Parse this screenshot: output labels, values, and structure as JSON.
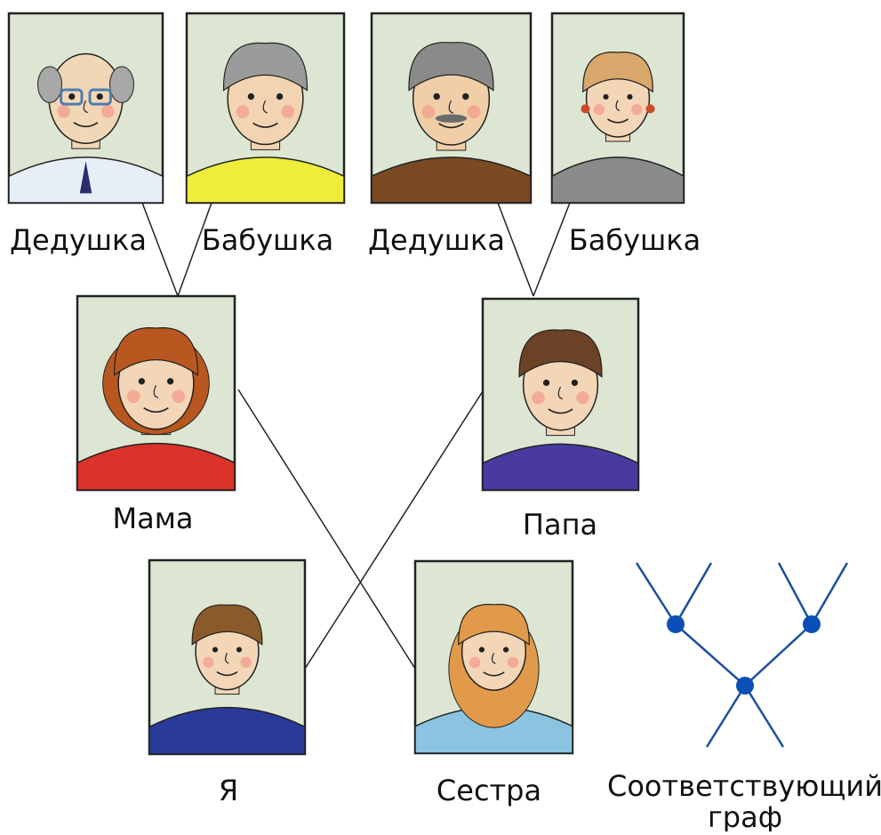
{
  "diagram": {
    "people": [
      {
        "id": "grandpa1",
        "label": "Дедушка",
        "role": "grandfather",
        "hair": "#a8a8a8",
        "skin": "#f2d7b6",
        "clothing": "#e8eef8",
        "accent": "#2a2d6e"
      },
      {
        "id": "grandma1",
        "label": "Бабушка",
        "role": "grandmother",
        "hair": "#9b9b9b",
        "skin": "#f2d4b2",
        "clothing": "#eeee3a",
        "accent": "#333333"
      },
      {
        "id": "grandpa2",
        "label": "Дедушка",
        "role": "grandfather",
        "hair": "#8a8a8a",
        "skin": "#f0cfa8",
        "clothing": "#7a4a22",
        "accent": "#6b6b6b"
      },
      {
        "id": "grandma2",
        "label": "Бабушка",
        "role": "grandmother",
        "hair": "#d9a66b",
        "skin": "#f3d6b8",
        "clothing": "#8a8a8a",
        "accent": "#cc4a2a"
      },
      {
        "id": "mom",
        "label": "Мама",
        "role": "mother",
        "hair": "#b8571f",
        "skin": "#f3d6b8",
        "clothing": "#d9332a",
        "accent": "#222222"
      },
      {
        "id": "dad",
        "label": "Папа",
        "role": "father",
        "hair": "#6b4226",
        "skin": "#f3d6b8",
        "clothing": "#4a3aa0",
        "accent": "#222222"
      },
      {
        "id": "me",
        "label": "Я",
        "role": "child-boy",
        "hair": "#8a5a2a",
        "skin": "#f3d6b8",
        "clothing": "#2a3a9a",
        "accent": "#222222"
      },
      {
        "id": "sister",
        "label": "Сестра",
        "role": "child-girl",
        "hair": "#e09a4a",
        "skin": "#f3d6b8",
        "clothing": "#8ac4e0",
        "accent": "#222222"
      }
    ],
    "graph_caption_line1": "Соответствующий",
    "graph_caption_line2": "граф",
    "connection_color": "#222222",
    "graph_color": "#1a4fa0",
    "node_color": "#0a4fb5",
    "photo_background": "#dde6d2",
    "frame_color": "#222222"
  }
}
